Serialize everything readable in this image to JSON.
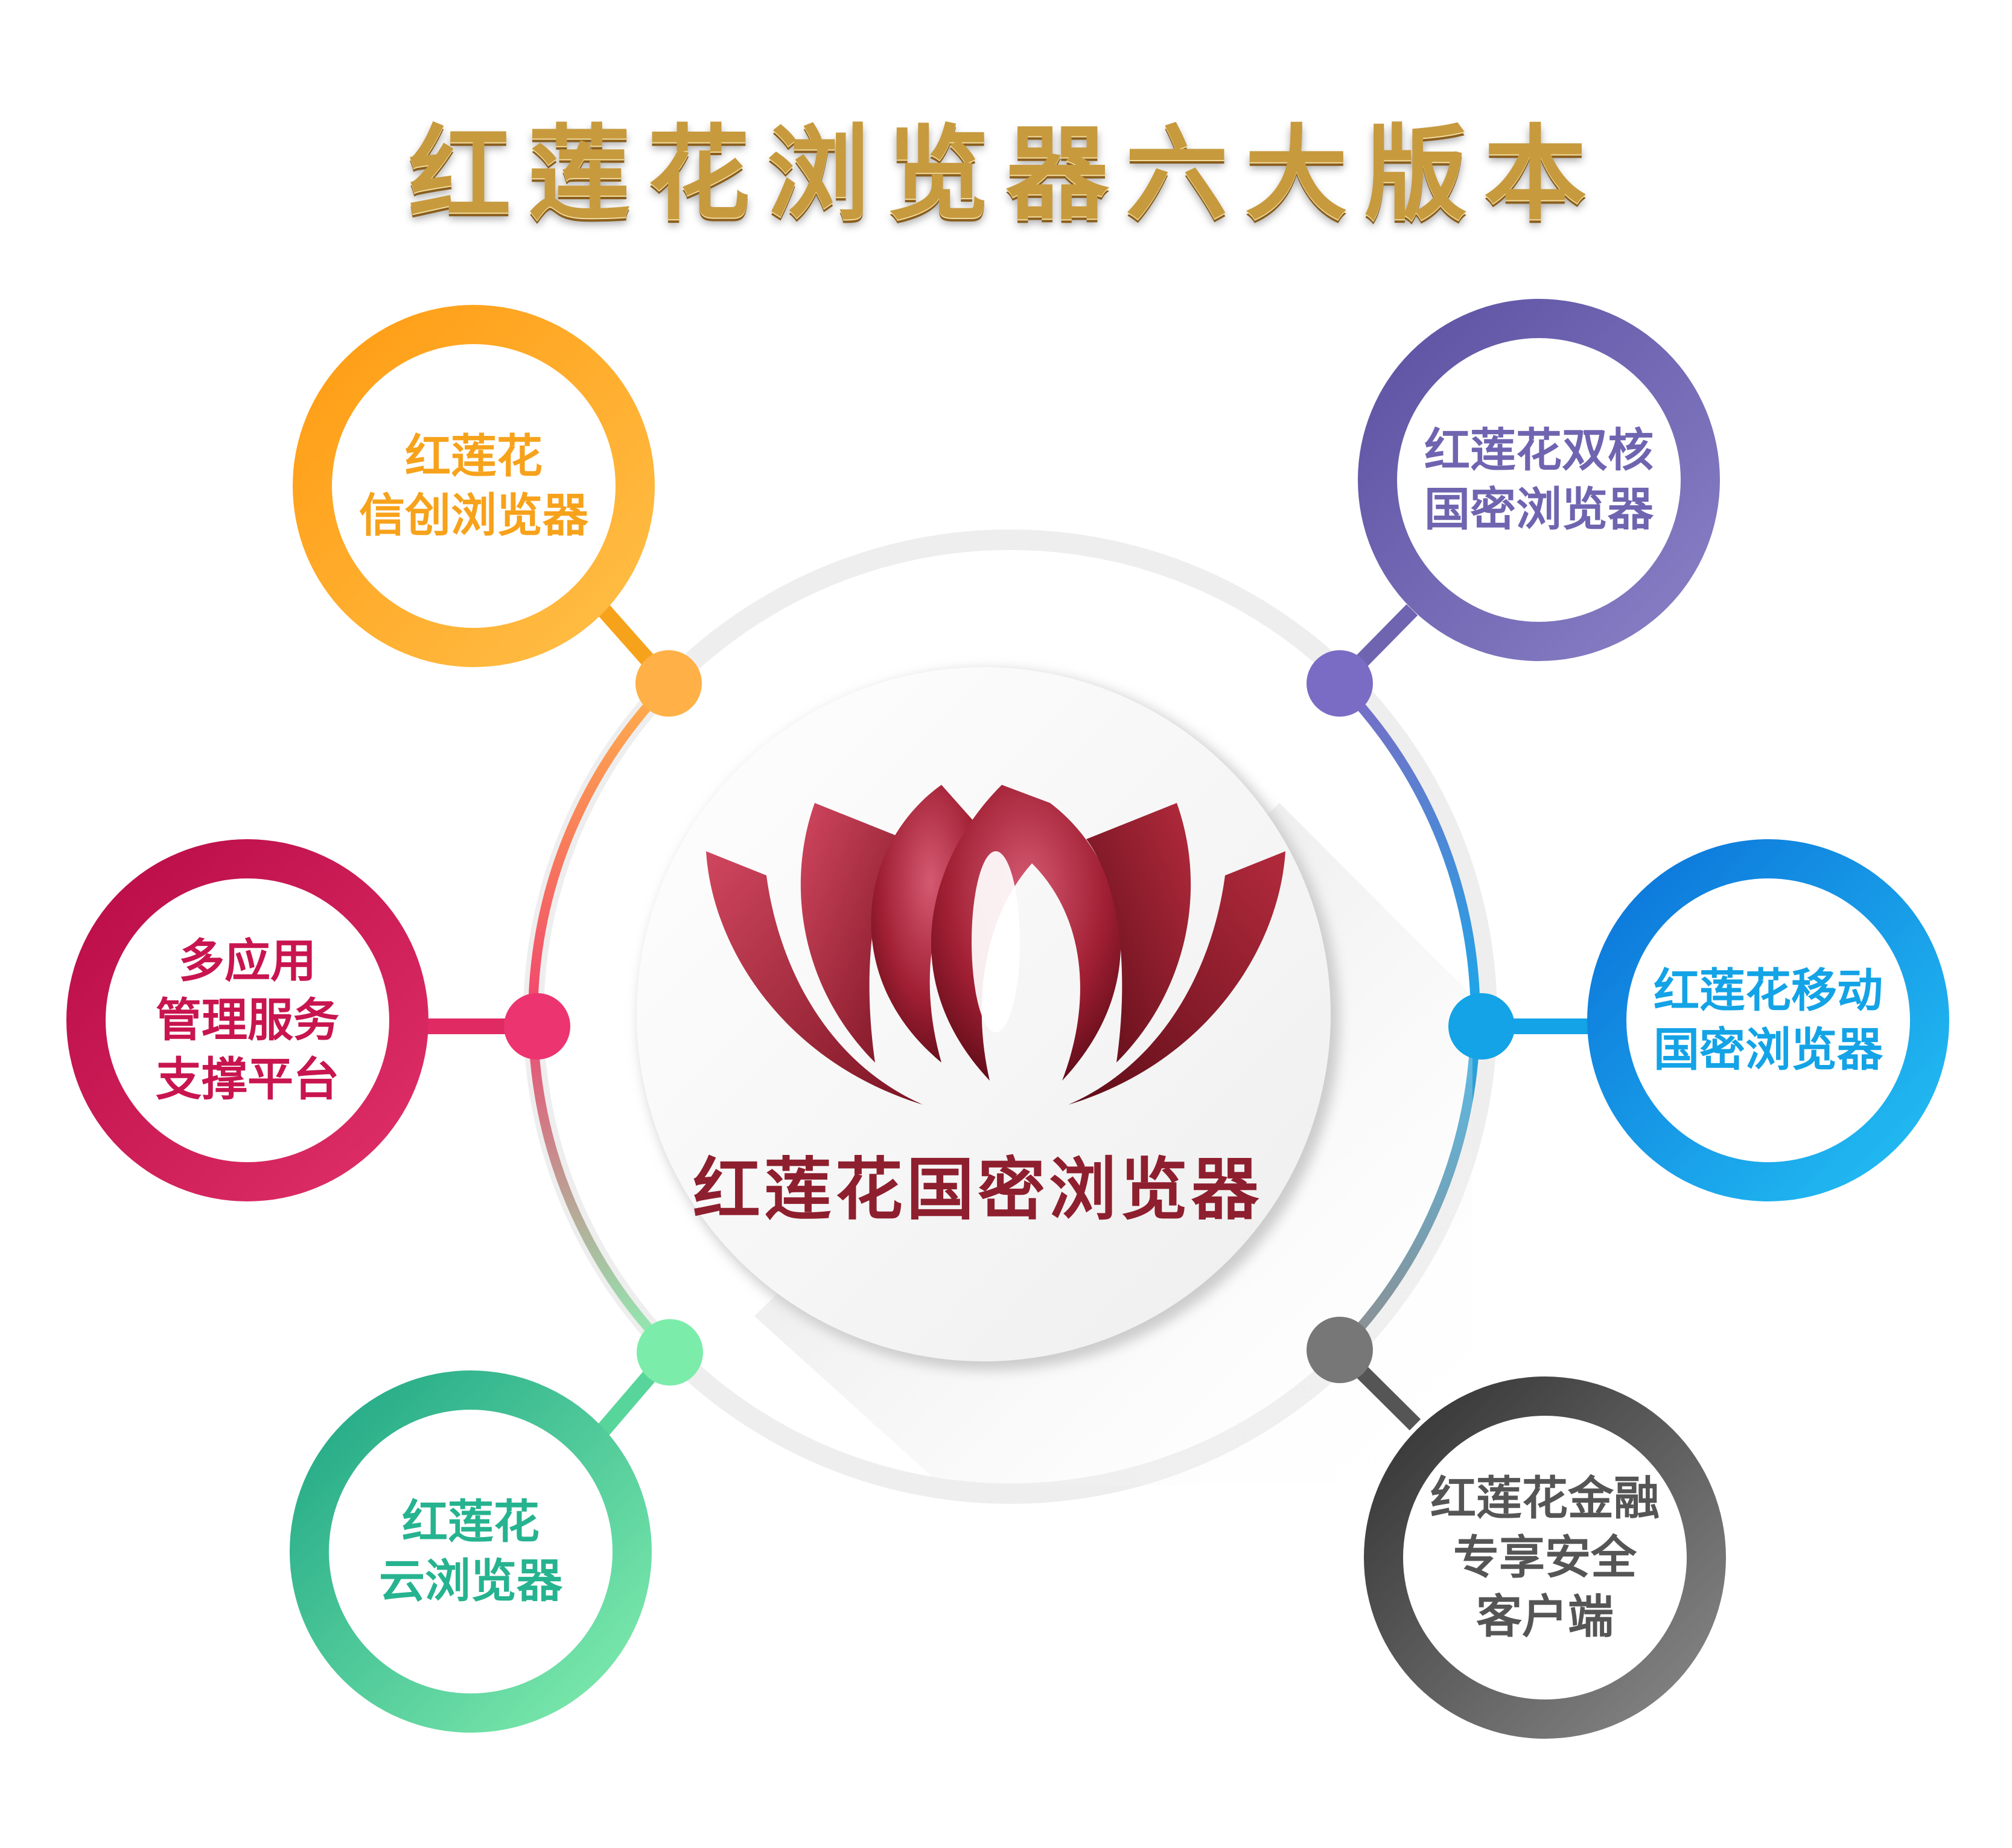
{
  "title": "红莲花浏览器六大版本",
  "center": {
    "product_name": "红莲花国密浏览器",
    "logo": "lotus-logo"
  },
  "nodes": {
    "xinchuang": {
      "lines": [
        "红莲花",
        "信创浏览器"
      ],
      "color": "#f7a21b"
    },
    "multiapp": {
      "lines": [
        "多应用",
        "管理服务",
        "支撑平台"
      ],
      "color": "#c8154f"
    },
    "cloud": {
      "lines": [
        "红莲花",
        "云浏览器"
      ],
      "color": "#26b38f"
    },
    "dualcore": {
      "lines": [
        "红莲花双核",
        "国密浏览器"
      ],
      "color": "#6f64b0"
    },
    "mobile": {
      "lines": [
        "红莲花移动",
        "国密浏览器"
      ],
      "color": "#13a3e6"
    },
    "finance": {
      "lines": [
        "红莲花金融",
        "专享安全",
        "客户端"
      ],
      "color": "#555555"
    }
  }
}
